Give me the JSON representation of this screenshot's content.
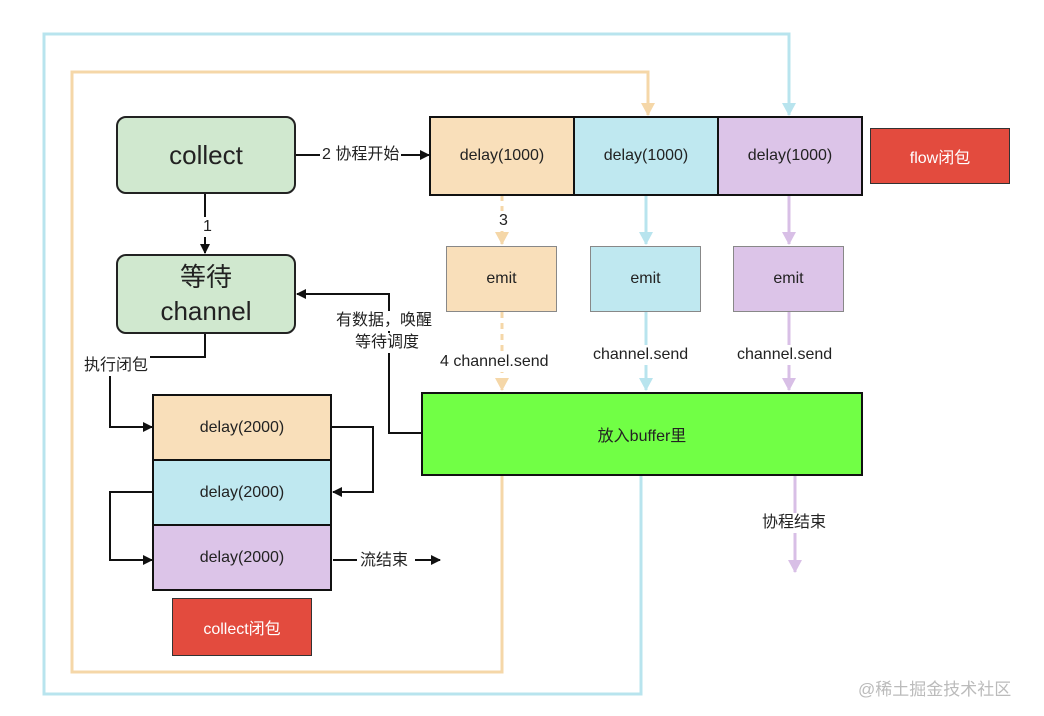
{
  "nodes": {
    "collect": "collect",
    "wait_line1": "等待",
    "wait_line2": "channel",
    "flow_delays": [
      "delay(1000)",
      "delay(1000)",
      "delay(1000)"
    ],
    "flow_closure": "flow闭包",
    "emits": [
      "emit",
      "emit",
      "emit"
    ],
    "buffer": "放入buffer里",
    "collect_delays": [
      "delay(2000)",
      "delay(2000)",
      "delay(2000)"
    ],
    "collect_closure": "collect闭包"
  },
  "edge_labels": {
    "step1": "1",
    "step2": "2 协程开始",
    "step3": "3",
    "step4": "4 channel.send",
    "send_blue": "channel.send",
    "send_purple": "channel.send",
    "wake_line1": "有数据，唤醒",
    "wake_line2": "等待调度",
    "exec_closure": "执行闭包",
    "flow_end": "流结束",
    "coroutine_end": "协程结束"
  },
  "watermark": "@稀土掘金技术社区",
  "colors": {
    "orange": "#f9dfba",
    "blue": "#bfe8f0",
    "purple": "#dcc4e8",
    "green": "#d0e8cf",
    "red": "#e34b3e",
    "bright_green": "#71ff45"
  }
}
